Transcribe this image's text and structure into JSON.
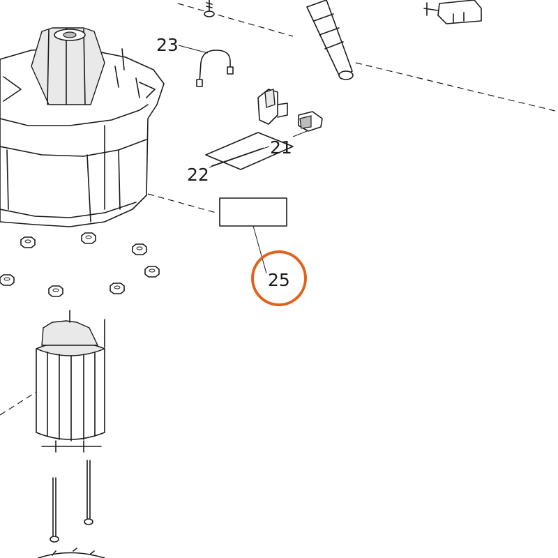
{
  "callouts": {
    "part_21": "21",
    "part_22": "22",
    "part_23": "23",
    "part_25": "25"
  },
  "highlight": {
    "part": "25",
    "color": "#e2621b"
  }
}
